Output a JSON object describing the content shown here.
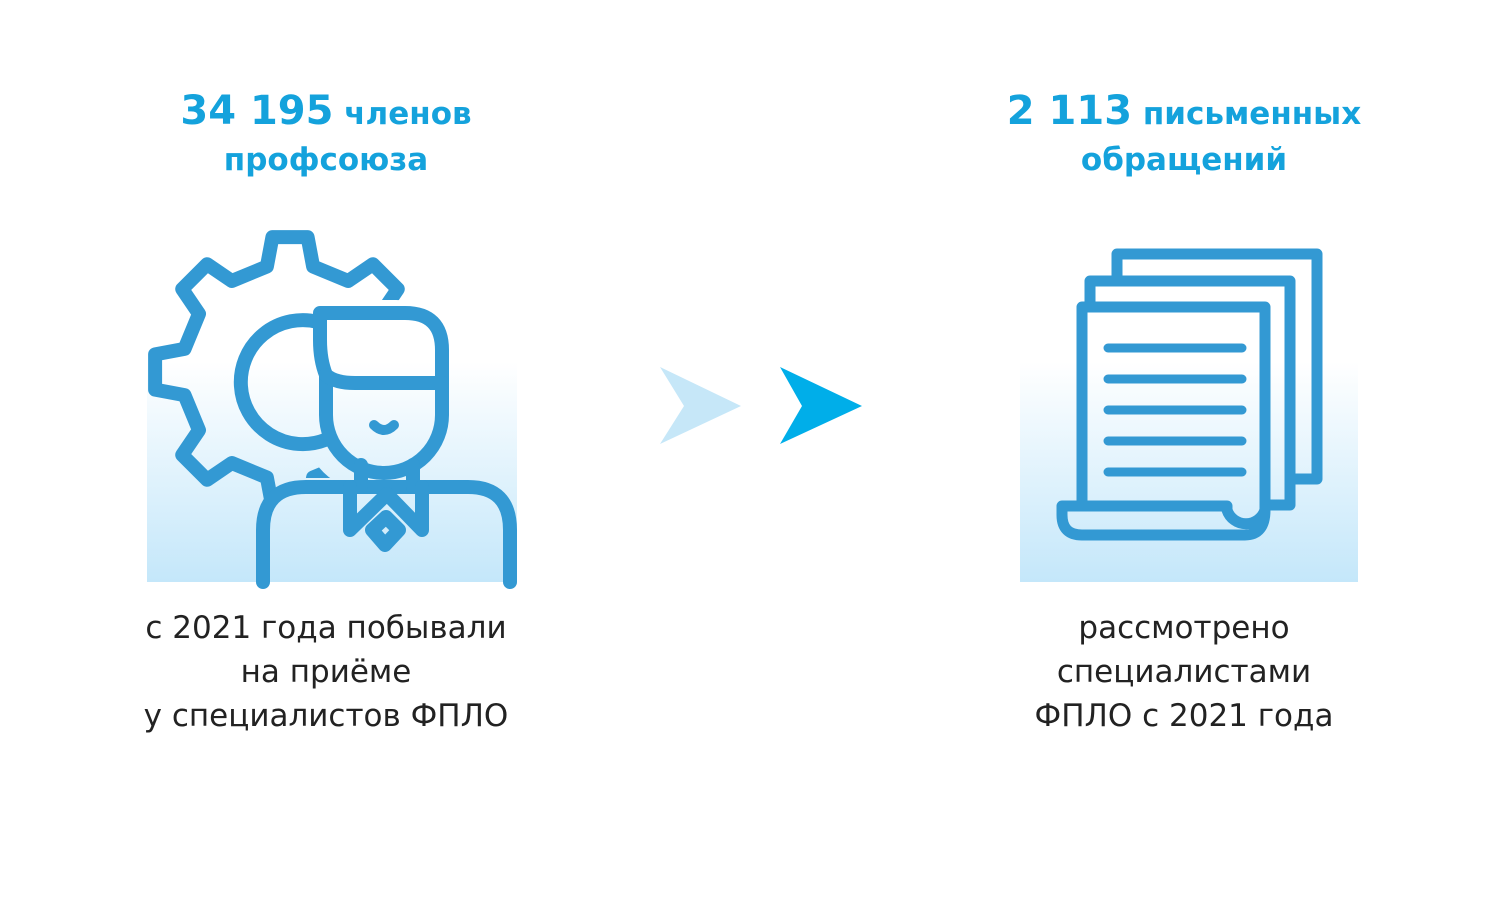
{
  "left": {
    "number": "34 195",
    "title_rest": "членов",
    "title_line2": "профсоюза",
    "caption": [
      "с 2021 года побывали",
      "на приёме",
      "у специалистов ФПЛО"
    ],
    "icon": "person-gear-icon"
  },
  "right": {
    "number": "2 113",
    "title_rest": "письменных",
    "title_line2": "обращений",
    "caption": [
      "рассмотрено",
      "специалистами",
      "ФПЛО с 2021 года"
    ],
    "icon": "documents-icon"
  },
  "colors": {
    "accent": "#14a2dc",
    "icon": "#3399d3",
    "arrow_light": "#c6e7f8",
    "arrow_dark": "#00aee9"
  }
}
